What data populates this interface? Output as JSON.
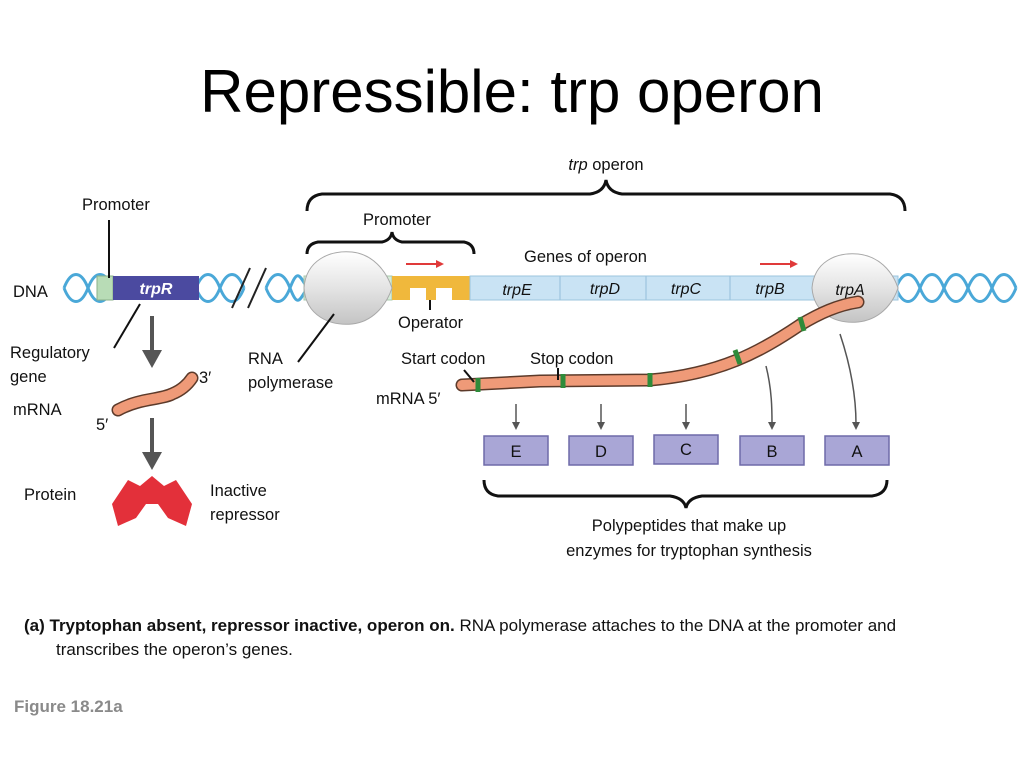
{
  "title": "Repressible:  trp operon",
  "operon": {
    "italic": "trp",
    "rest": " operon"
  },
  "labels": {
    "promoter_left": "Promoter",
    "promoter_operon": "Promoter",
    "genes_of_operon": "Genes of operon",
    "dna": "DNA",
    "operator": "Operator",
    "regulatory_gene": [
      "Regulatory",
      "gene"
    ],
    "rna_polymerase": [
      "RNA",
      "polymerase"
    ],
    "start_codon": "Start codon",
    "stop_codon": "Stop codon",
    "mrna_left": "mRNA",
    "mrna_right": "mRNA 5′",
    "three_prime": "3′",
    "five_prime": "5′",
    "protein": "Protein",
    "inactive_repressor": [
      "Inactive",
      "repressor"
    ],
    "polypeptides": [
      "Polypeptides that make up",
      "enzymes for tryptophan synthesis"
    ]
  },
  "genes": {
    "regulatory": "trpR",
    "operon": [
      "trpE",
      "trpD",
      "trpC",
      "trpB",
      "trpA"
    ]
  },
  "polypeptides": [
    "E",
    "D",
    "C",
    "B",
    "A"
  ],
  "caption": {
    "bold": "(a) Tryptophan absent, repressor inactive, operon on.",
    "rest": " RNA polymerase attaches to the DNA at the promoter and transcribes the operon’s genes."
  },
  "figure_label": "Figure 18.21a",
  "colors": {
    "dna_helix": "#4aa8d8",
    "trpR_box": "#4b4aa0",
    "operon_genes": "#c9e3f4",
    "operator": "#f0b83c",
    "mrna": "#ef9a78",
    "codon_mark": "#2e8b3a",
    "polypeptide_box": "#a9a6d6",
    "repressor": "#e3303a",
    "arrow_red": "#e03a3a"
  }
}
